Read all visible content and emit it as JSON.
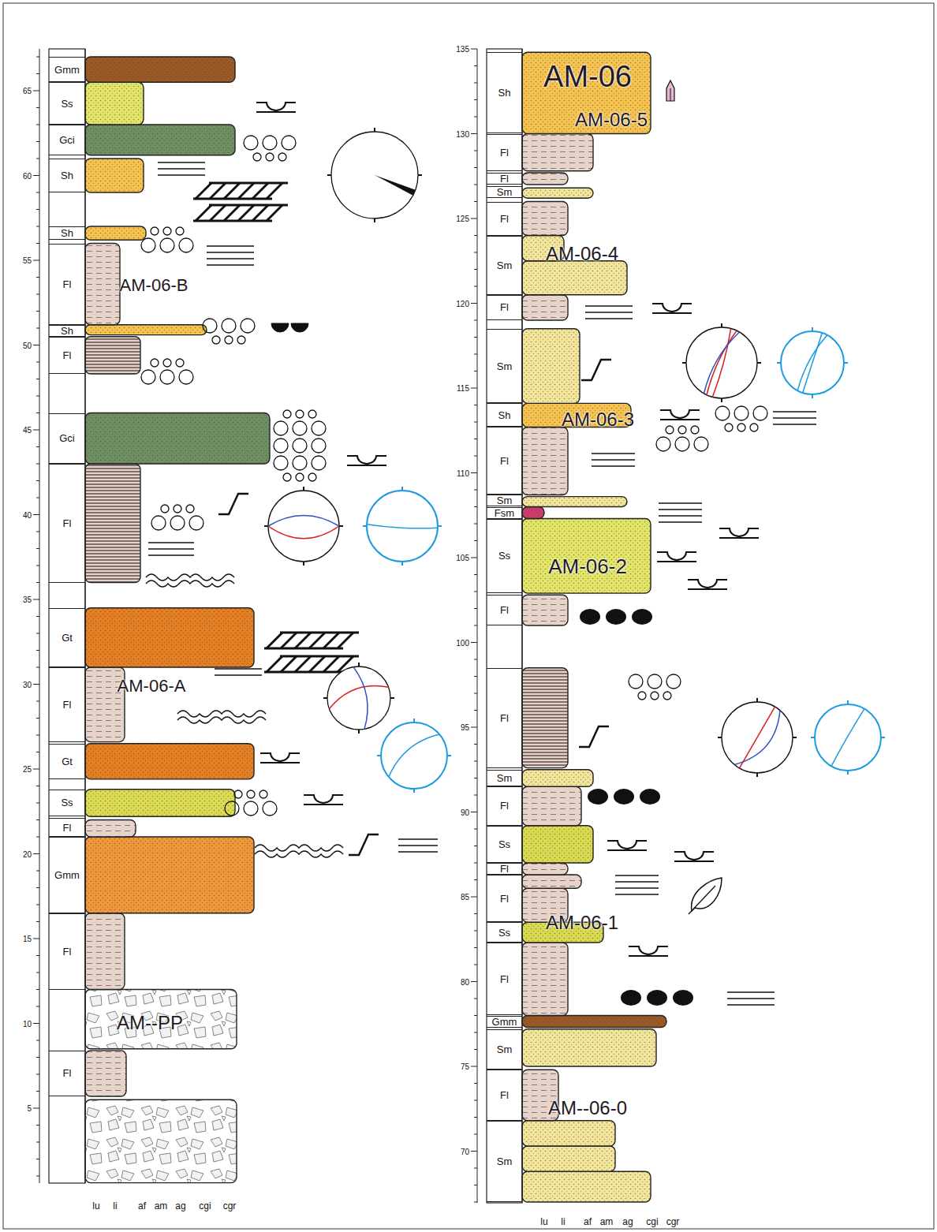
{
  "diagram": {
    "nodes": [
      {
        "text": [
          "Gmm"
        ]
      },
      {
        "text": [
          "Ss"
        ]
      },
      {
        "text": [
          "Gci"
        ]
      },
      {
        "text": [
          "Sh"
        ]
      },
      {
        "text": [
          "Sh"
        ]
      },
      {
        "text": [
          "Fl"
        ]
      },
      {
        "text": [
          "Sh"
        ]
      },
      {
        "text": [
          "Fl"
        ]
      },
      {
        "text": [
          "Gci"
        ]
      },
      {
        "text": [
          "Fl"
        ]
      },
      {
        "text": [
          "Gt"
        ]
      },
      {
        "text": [
          "Fl"
        ]
      },
      {
        "text": [
          "Gt"
        ]
      },
      {
        "text": [
          "Ss"
        ]
      },
      {
        "text": [
          "Fl"
        ]
      },
      {
        "text": [
          "Gmm"
        ]
      },
      {
        "text": [
          "Fl"
        ]
      },
      {
        "text": [
          "Fl"
        ]
      },
      {
        "text": [
          "Sh"
        ]
      },
      {
        "text": [
          "Fl"
        ]
      },
      {
        "text": [
          "Fl"
        ]
      },
      {
        "text": [
          "Sm"
        ]
      },
      {
        "text": [
          "Fl"
        ]
      },
      {
        "text": [
          "Sm"
        ]
      },
      {
        "text": [
          "Fl"
        ]
      },
      {
        "text": [
          "Sm"
        ]
      },
      {
        "text": [
          "Sh"
        ]
      },
      {
        "text": [
          "Fl"
        ]
      },
      {
        "text": [
          "Sm"
        ]
      },
      {
        "text": [
          "Fsm"
        ]
      },
      {
        "text": [
          "Ss"
        ]
      },
      {
        "text": [
          "Fl"
        ]
      },
      {
        "text": [
          "Fl"
        ]
      },
      {
        "text": [
          "Sm"
        ]
      },
      {
        "text": [
          "Fl"
        ]
      },
      {
        "text": [
          "Ss"
        ]
      },
      {
        "text": [
          "Fl"
        ]
      },
      {
        "text": [
          "Fl"
        ]
      },
      {
        "text": [
          "Ss"
        ]
      },
      {
        "text": [
          "Fl"
        ]
      },
      {
        "text": [
          "Gmm"
        ]
      },
      {
        "text": [
          "Sm"
        ]
      },
      {
        "text": [
          "Fl"
        ]
      },
      {
        "text": [
          "Sm"
        ]
      }
    ],
    "labels": [
      "65",
      "60",
      "55",
      "50",
      "45",
      "40",
      "35",
      "30",
      "25",
      "20",
      "15",
      "10",
      "5",
      "lu",
      "li",
      "af",
      "am",
      "ag",
      "cgi",
      "cgr",
      "135",
      "130",
      "125",
      "120",
      "115",
      "110",
      "105",
      "100",
      "95",
      "90",
      "85",
      "80",
      "75",
      "70",
      "lu",
      "li",
      "af",
      "am",
      "ag",
      "cgi",
      "cgr",
      "AM-06-B",
      "AM-06-A",
      "AM--PP",
      "AM-06",
      "AM-06-5",
      "AM-06-4",
      "AM-06-3",
      "AM-06-2",
      "AM-06-1",
      "AM--06-0"
    ]
  }
}
